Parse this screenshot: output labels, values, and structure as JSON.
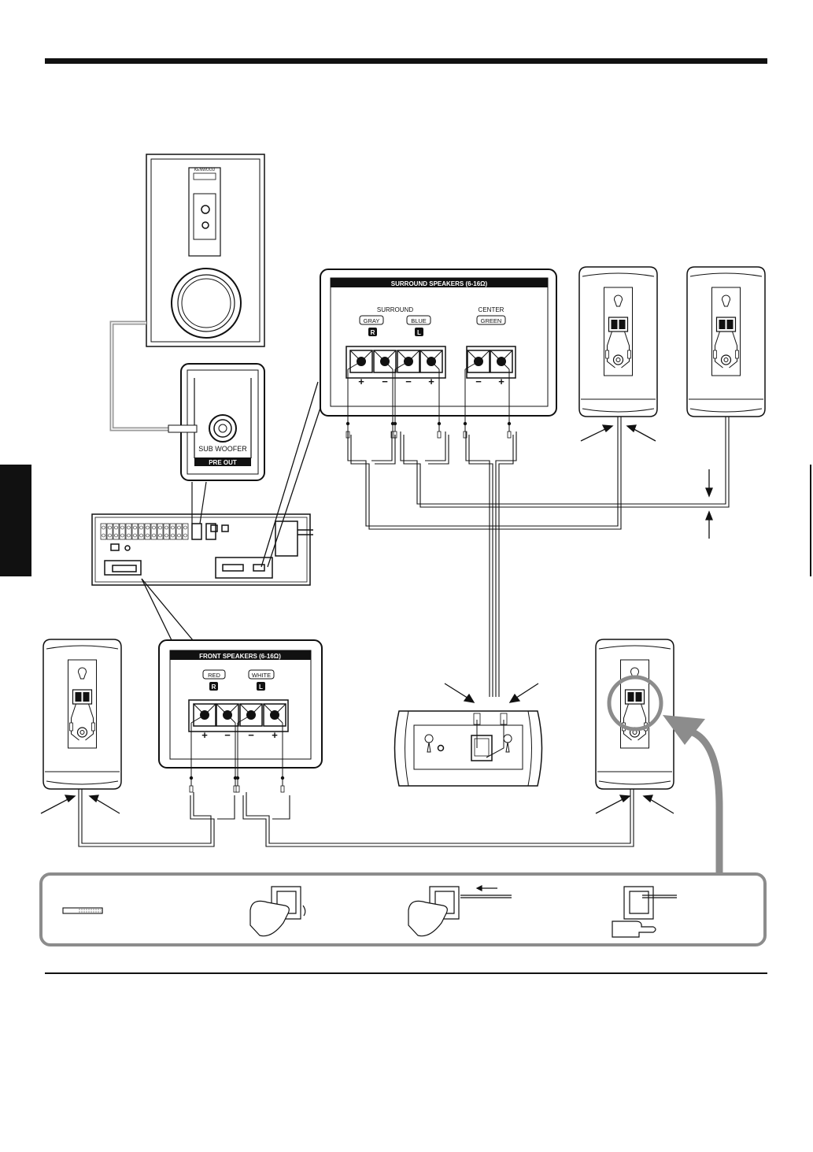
{
  "subwoofer": {
    "brand": "KENWOOD",
    "jack_label": "SUB WOOFER",
    "section_label": "PRE OUT"
  },
  "surround_panel": {
    "title": "SURROUND SPEAKERS (6-16Ω)",
    "group_surround": "SURROUND",
    "group_center": "CENTER",
    "gray_label": "GRAY",
    "blue_label": "BLUE",
    "green_label": "GREEN",
    "r_badge": "R",
    "l_badge": "L",
    "polarity": [
      "+",
      "−",
      "−",
      "+",
      "−",
      "+"
    ]
  },
  "front_panel": {
    "title": "FRONT SPEAKERS (6-16Ω)",
    "red_label": "RED",
    "white_label": "WHITE",
    "r_badge": "R",
    "l_badge": "L",
    "polarity": [
      "+",
      "−",
      "−",
      "+"
    ]
  },
  "colors": {
    "line": "#111111",
    "tab": "#111111",
    "cable_gray": "#9a9a9a",
    "arrow_gray": "#8c8c8c"
  }
}
